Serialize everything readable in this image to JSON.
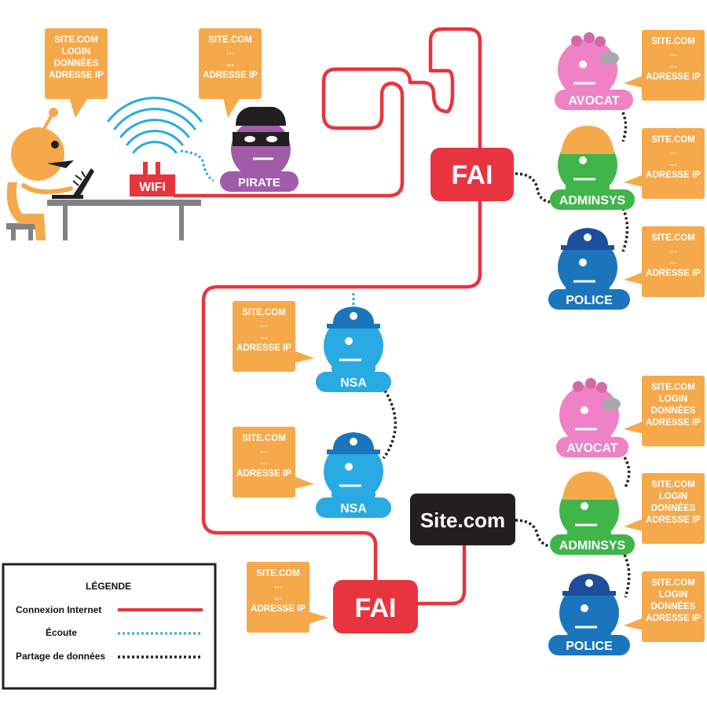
{
  "colors": {
    "connection": "#e8343e",
    "ecoute": "#29aae2",
    "partage": "#231f20",
    "bubble": "#f5a94a",
    "avocat": "#ee82c5",
    "adminsys": "#3fb54a",
    "adminsys_hat": "#f5a94a",
    "police": "#1b75bc",
    "nsa": "#29aae2",
    "pirate": "#a05ca8",
    "user": "#f5a94a",
    "fai": "#e8343e",
    "site": "#231f20"
  },
  "bubbles": {
    "user": [
      "SITE.COM",
      "LOGIN",
      "DONNÉES",
      "ADRESSE IP"
    ],
    "pirate": [
      "SITE.COM",
      "...",
      "...",
      "ADRESSE IP"
    ],
    "top_avocat": [
      "SITE.COM",
      "...",
      "...",
      "ADRESSE IP"
    ],
    "top_adminsys": [
      "SITE.COM",
      "...",
      "...",
      "ADRESSE IP"
    ],
    "top_police": [
      "SITE.COM",
      "...",
      "...",
      "ADRESSE IP"
    ],
    "nsa_1": [
      "SITE.COM",
      "...",
      "...",
      "ADRESSE IP"
    ],
    "nsa_2": [
      "SITE.COM",
      "...",
      "...",
      "ADRESSE IP"
    ],
    "fai_bottom": [
      "SITE.COM",
      "...",
      "...",
      "ADRESSE IP"
    ],
    "bottom_avocat": [
      "SITE.COM",
      "LOGIN",
      "DONNÉES",
      "ADRESSE IP"
    ],
    "bottom_adminsys": [
      "SITE.COM",
      "LOGIN",
      "DONNÉES",
      "ADRESSE IP"
    ],
    "bottom_police": [
      "SITE.COM",
      "LOGIN",
      "DONNÉES",
      "ADRESSE IP"
    ]
  },
  "labels": {
    "wifi": "WIFI",
    "pirate": "PIRATE",
    "fai_top": "FAI",
    "fai_bottom": "FAI",
    "site": "Site.com",
    "avocat": "AVOCAT",
    "adminsys": "ADMINSYS",
    "police": "POLICE",
    "nsa": "NSA"
  },
  "legend": {
    "title": "LÉGENDE",
    "items": [
      {
        "label": "Connexion Internet",
        "style": "solid"
      },
      {
        "label": "Écoute",
        "style": "dotted-blue"
      },
      {
        "label": "Partage de données",
        "style": "dotted-black"
      }
    ]
  }
}
